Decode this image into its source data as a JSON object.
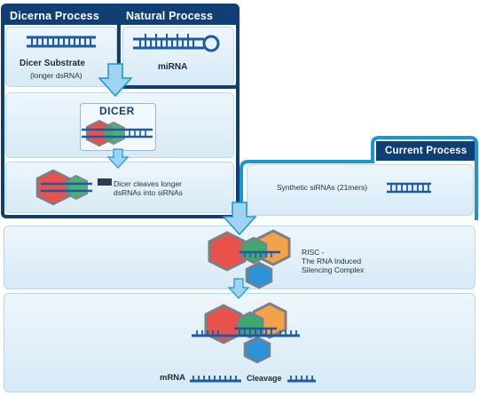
{
  "headers": {
    "dicerna": "Dicerna Process",
    "natural": "Natural Process",
    "current": "Current Process"
  },
  "labels": {
    "dicer_substrate": "Dicer Substrate",
    "longer_dsrna": "(longer dsRNA)",
    "mirna": "miRNA",
    "dicer": "DICER",
    "dicer_cleaves_1": "Dicer cleaves longer",
    "dicer_cleaves_2": "dsRNAs into siRNAs",
    "synthetic_sirnas": "Synthetic siRNAs (21mers)",
    "risc_1": "RISC -",
    "risc_2": "The RNA Induced",
    "risc_3": "Silencing Complex",
    "mrna": "mRNA",
    "cleavage": "Cleavage"
  },
  "colors": {
    "dark_navy": "#0f3f75",
    "bright_blue": "#1797d6",
    "red_hex": "#e8524a",
    "green_hex": "#3fa86a",
    "orange_hex": "#f5a04a",
    "blue_hex": "#2d93d6",
    "rna_blue": "#1b5aa8"
  }
}
